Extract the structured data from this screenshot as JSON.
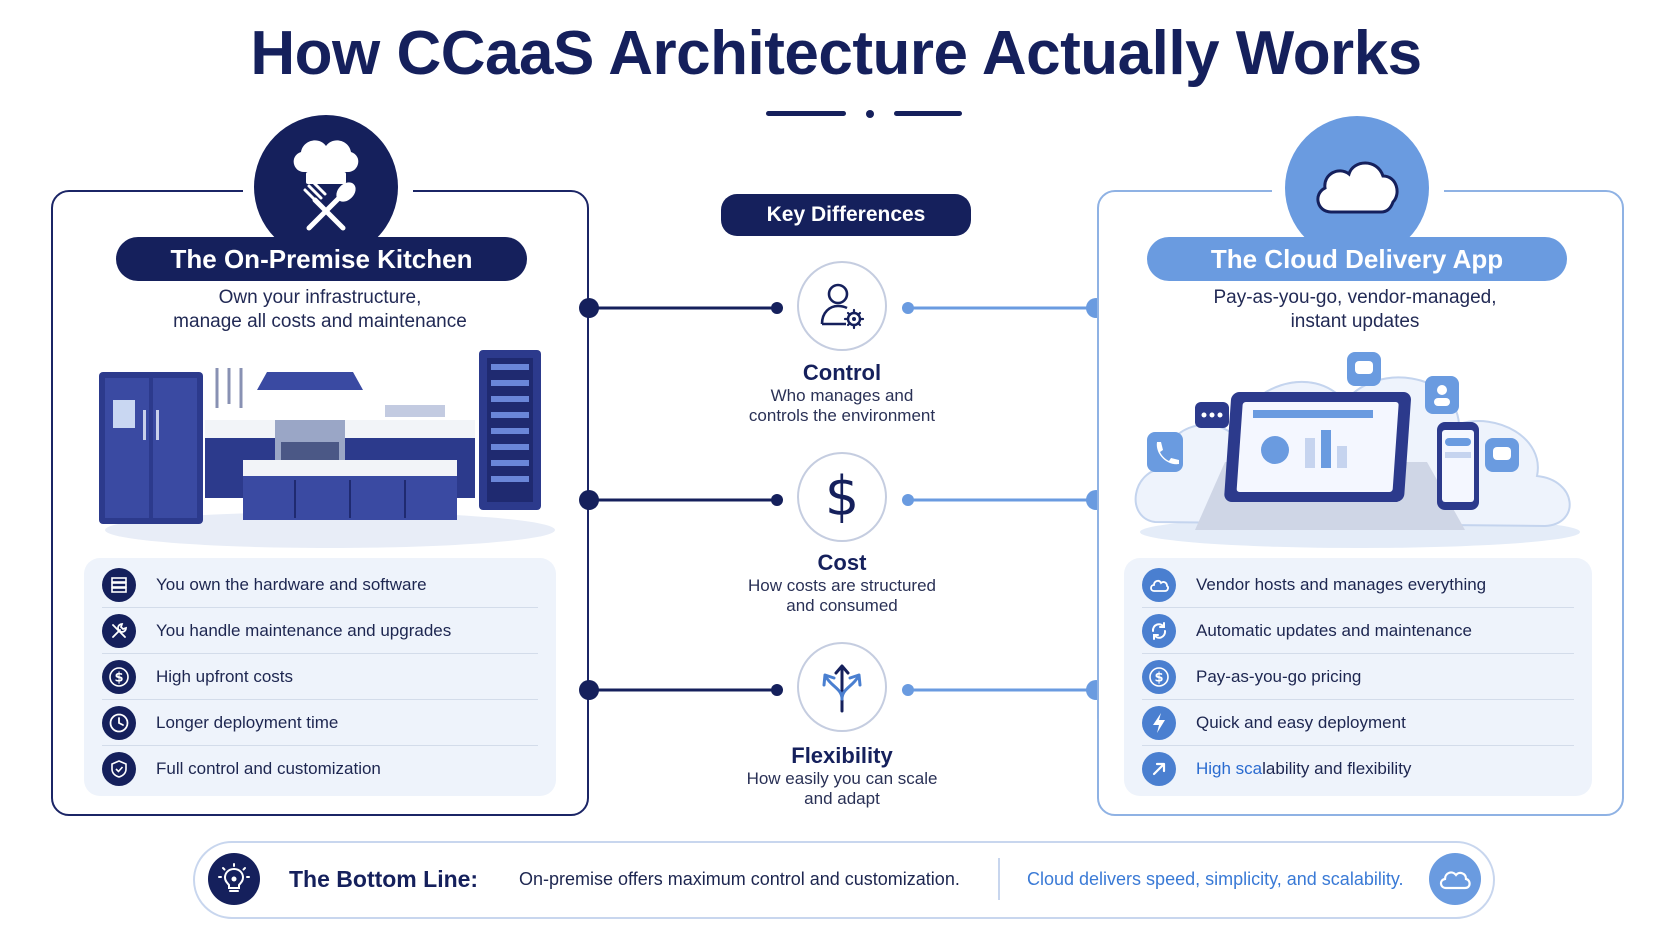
{
  "title": "How CCaaS Architecture Actually Works",
  "left": {
    "title": "The On-Premise Kitchen",
    "subtitle_line1": "Own your infrastructure,",
    "subtitle_line2": "manage all costs and maintenance",
    "items": [
      {
        "icon": "server-icon",
        "text": "You own the hardware and software"
      },
      {
        "icon": "wrench-icon",
        "text": "You handle maintenance and upgrades"
      },
      {
        "icon": "dollar-icon",
        "text": "High upfront costs"
      },
      {
        "icon": "clock-icon",
        "text": "Longer deployment time"
      },
      {
        "icon": "shield-icon",
        "text": "Full control and customization"
      }
    ]
  },
  "center": {
    "label": "Key Differences",
    "items": [
      {
        "icon": "user-gear-icon",
        "title": "Control",
        "desc1": "Who manages and",
        "desc2": "controls the environment"
      },
      {
        "icon": "dollar-sign-icon",
        "title": "Cost",
        "desc1": "How costs are structured",
        "desc2": "and consumed"
      },
      {
        "icon": "split-arrows-icon",
        "title": "Flexibility",
        "desc1": "How easily you can scale",
        "desc2": "and adapt"
      }
    ]
  },
  "right": {
    "title": "The Cloud Delivery App",
    "subtitle_line1": "Pay-as-you-go, vendor-managed,",
    "subtitle_line2": "instant updates",
    "items": [
      {
        "icon": "cloud-icon",
        "text": "Vendor hosts and manages everything"
      },
      {
        "icon": "refresh-icon",
        "text": "Automatic updates and maintenance"
      },
      {
        "icon": "dollar-icon",
        "text": "Pay-as-you-go pricing"
      },
      {
        "icon": "lightning-icon",
        "text": "Quick and easy deployment"
      },
      {
        "icon": "arrow-up-right-icon",
        "text_accent": "High sca",
        "text_rest": "lability and flexibility"
      }
    ]
  },
  "bottom": {
    "label": "The Bottom Line:",
    "left_text": "On-premise offers maximum control and customization.",
    "right_text": "Cloud delivers speed, simplicity, and scalability."
  },
  "colors": {
    "navy": "#15205c",
    "cloud_blue": "#6a9be0",
    "light_blue_bg": "#eef3fb"
  }
}
